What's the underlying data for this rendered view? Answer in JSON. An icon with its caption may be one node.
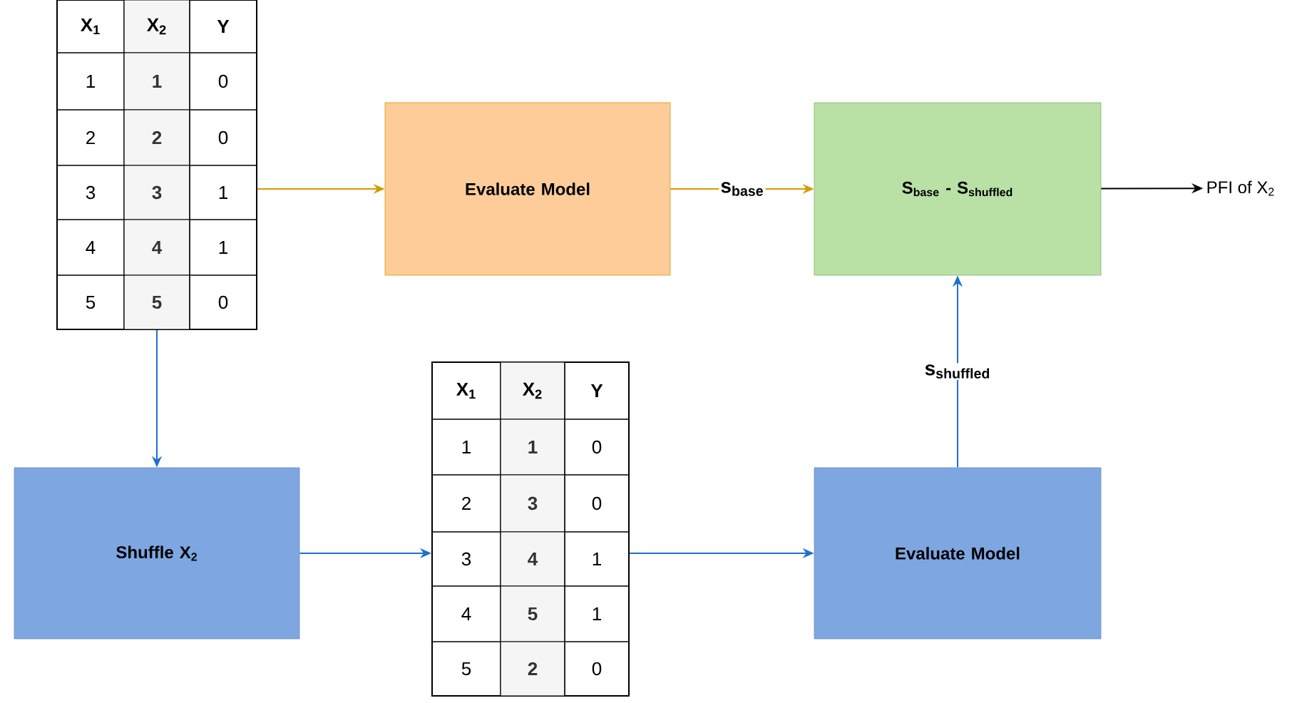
{
  "diagram": {
    "nodes": [
      {
        "text": [
          "X$_{1}$",
          "X$_{2}$",
          "Y",
          "1",
          "1",
          "0",
          "2",
          "2",
          "0",
          "3",
          "3",
          "1",
          "4",
          "4",
          "1",
          "5",
          "5",
          "0"
        ]
      },
      {
        "text": [
          "Evaluate Model"
        ]
      },
      {
        "text": [
          "S$_{base}$ - S$_{shuffled}$"
        ]
      },
      {
        "text": [
          "PFI of X$_{2}$"
        ]
      },
      {
        "text": [
          "Shuffle X$_{2}$"
        ]
      },
      {
        "text": [
          "X$_{1}$",
          "X$_{2}$",
          "Y",
          "1",
          "1",
          "0",
          "2",
          "3",
          "0",
          "3",
          "4",
          "1",
          "4",
          "5",
          "1",
          "5",
          "2",
          "0"
        ]
      },
      {
        "text": [
          "Evaluate Model"
        ]
      }
    ],
    "edges": [
      {
        "from": 0,
        "to": 1,
        "arrow": "to",
        "color": "#d79b00"
      },
      {
        "from": 1,
        "to": 2,
        "arrow": "to",
        "label": "s$_{base}$",
        "color": "#d79b00"
      },
      {
        "from": 2,
        "to": 3,
        "arrow": "to",
        "color": "#000000"
      },
      {
        "from": 0,
        "to": 4,
        "arrow": "to",
        "color": "#1f6fd1"
      },
      {
        "from": 4,
        "to": 5,
        "arrow": "to",
        "color": "#1f6fd1"
      },
      {
        "from": 5,
        "to": 6,
        "arrow": "to",
        "color": "#1f6fd1"
      },
      {
        "from": 6,
        "to": 2,
        "arrow": "to",
        "label": "s$_{shuffled}$",
        "color": "#1f6fd1"
      }
    ]
  }
}
